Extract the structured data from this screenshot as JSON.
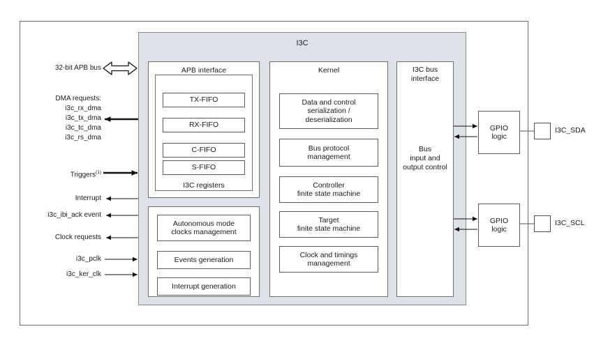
{
  "diagram": {
    "title": "I3C",
    "chip_label": "I3C",
    "panels": {
      "apb_interface": {
        "title": "APB interface",
        "registers_label": "I3C registers",
        "fifos": [
          "TX-FIFO",
          "RX-FIFO",
          "C-FIFO",
          "S-FIFO"
        ]
      },
      "apb_lower": {
        "blocks": [
          "Autonomous mode\nclocks management",
          "Events generation",
          "Interrupt generation"
        ]
      },
      "kernel": {
        "title": "Kernel",
        "blocks": [
          "Data and control\nserialization /\ndeserialization",
          "Bus protocol\nmanagement",
          "Controller\nfinite state machine",
          "Target\nfinite state machine",
          "Clock and timings\nmanagement"
        ]
      },
      "bus_interface": {
        "title": "I3C bus\ninterface",
        "body": "Bus\ninput and\noutput control"
      }
    },
    "gpio": [
      {
        "label": "GPIO\nlogic",
        "pin": "I3C_SDA"
      },
      {
        "label": "GPIO\nlogic",
        "pin": "I3C_SCL"
      }
    ],
    "signals": [
      {
        "name": "apb-bus",
        "label": "32-bit APB bus",
        "direction": "bidirectional"
      },
      {
        "name": "dma-requests",
        "label": "DMA requests:",
        "direction": "out",
        "sublabels": [
          "i3c_rx_dma",
          "i3c_tx_dma",
          "i3c_tc_dma",
          "i3c_rs_dma"
        ]
      },
      {
        "name": "triggers",
        "label": "Triggers",
        "note": "(1)",
        "direction": "in"
      },
      {
        "name": "interrupt",
        "label": "Interrupt",
        "direction": "out"
      },
      {
        "name": "ibi-ack",
        "label": "i3c_ibi_ack event",
        "direction": "out"
      },
      {
        "name": "clock-requests",
        "label": "Clock requests",
        "direction": "out"
      },
      {
        "name": "i3c-pclk",
        "label": "i3c_pclk",
        "direction": "in"
      },
      {
        "name": "i3c-ker-clk",
        "label": "i3c_ker_clk",
        "direction": "in"
      }
    ],
    "colors": {
      "shell_fill": "#dde1e8",
      "panel_fill": "#ffffff",
      "frame_stroke": "#6d6d6d",
      "block_stroke": "#5b5b5b",
      "text": "#1a1a1a"
    }
  }
}
